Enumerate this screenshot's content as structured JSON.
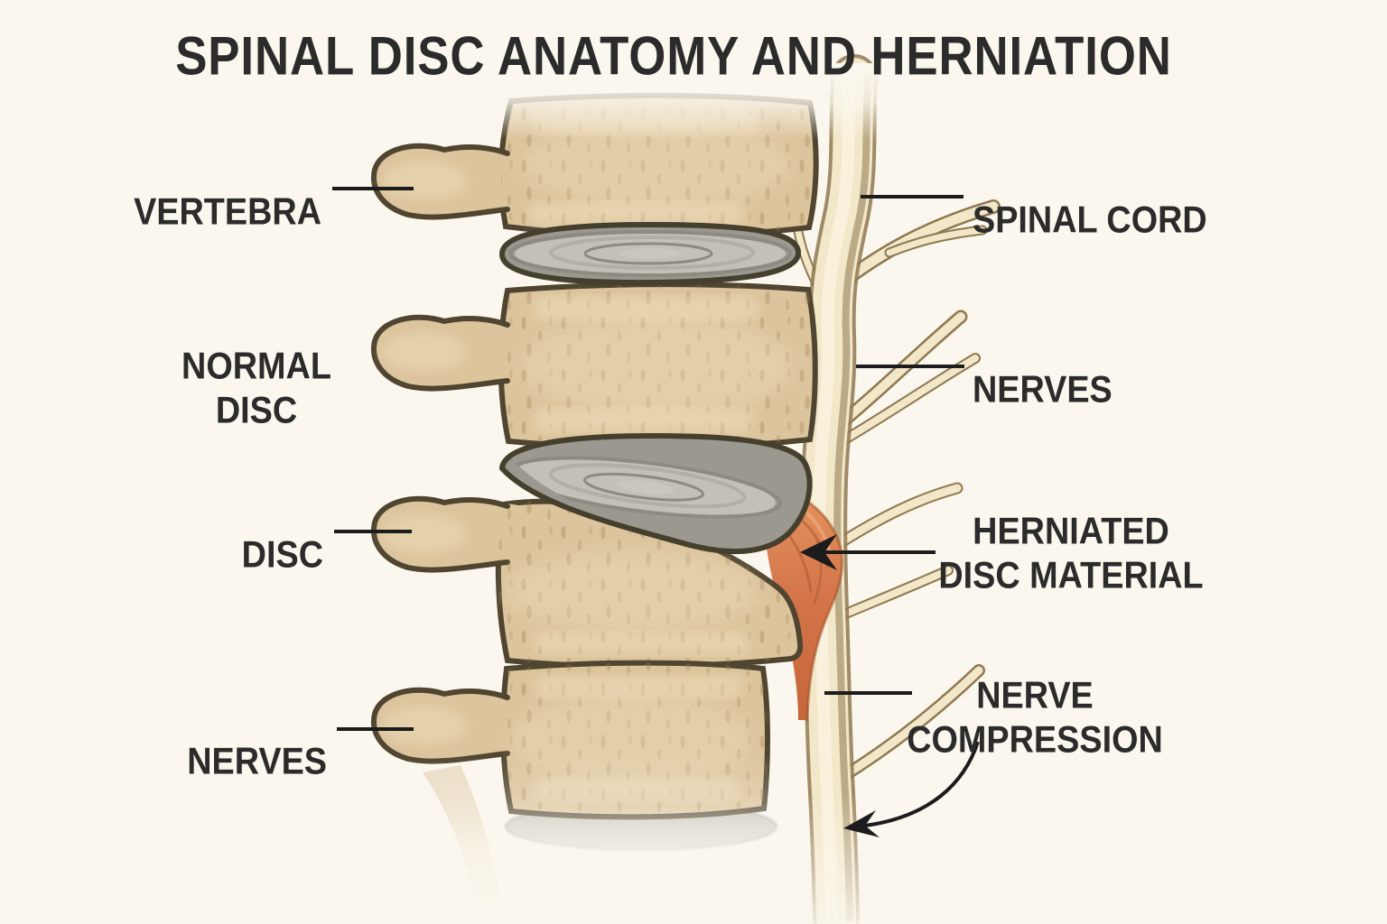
{
  "title": "SPINAL DISC ANATOMY AND HERNIATION",
  "labels": {
    "vertebra": "VERTEBRA",
    "normal_disc": "NORMAL\nDISC",
    "disc": "DISC",
    "nerves_left": "NERVES",
    "spinal_cord": "SPINAL CORD",
    "nerves_right": "NERVES",
    "herniated_disc_material": "HERNIATED\nDISC MATERIAL",
    "nerve_compression": "NERVE\nCOMPRESSION"
  },
  "colors": {
    "background": "#fbf7ee",
    "text": "#2b2b2b",
    "connector": "#1c1c1c",
    "bone": "#dcc49c",
    "bone_outline": "#4f4530",
    "bone_highlight": "#eedfbd",
    "disc": "#9a988f",
    "disc_center": "#c3c0b8",
    "disc_outline": "#453f2e",
    "herniation": "#d4764a",
    "herniation_dark": "#a5542c",
    "cord": "#f2e7c9",
    "cord_outline": "#8f7850"
  }
}
